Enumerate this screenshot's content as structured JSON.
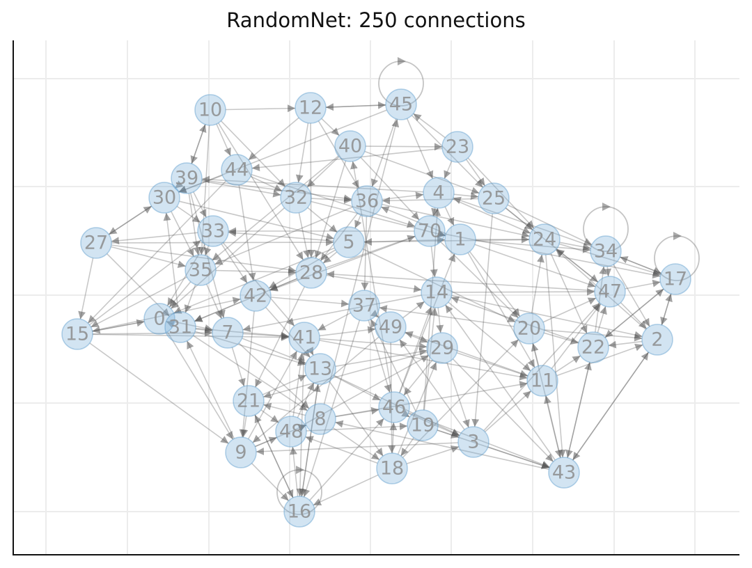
{
  "title": "RandomNet: 250 connections",
  "colors": {
    "node_fill": "#7fb2d9",
    "node_stroke": "#5a9ccc",
    "edge": "#555555",
    "label": "#8c8c8c",
    "grid": "#ececec",
    "axis": "#111111"
  },
  "chart_data": {
    "type": "network",
    "title": "RandomNet: 250 connections",
    "grid": true,
    "nodes": [
      "0",
      "1",
      "2",
      "3",
      "4",
      "5",
      "7",
      "8",
      "9",
      "10",
      "11",
      "12",
      "13",
      "14",
      "15",
      "16",
      "17",
      "18",
      "19",
      "20",
      "21",
      "22",
      "23",
      "24",
      "25",
      "27",
      "28",
      "29",
      "30",
      "31",
      "32",
      "33",
      "34",
      "35",
      "36",
      "37",
      "39",
      "40",
      "41",
      "42",
      "43",
      "44",
      "45",
      "46",
      "47",
      "48",
      "49",
      "70"
    ],
    "self_loops": [
      "45",
      "34",
      "17",
      "16"
    ],
    "edges": [
      [
        "10",
        "12"
      ],
      [
        "12",
        "45"
      ],
      [
        "45",
        "12"
      ],
      [
        "10",
        "39"
      ],
      [
        "39",
        "10"
      ],
      [
        "30",
        "27"
      ],
      [
        "27",
        "30"
      ],
      [
        "30",
        "39"
      ],
      [
        "39",
        "32"
      ],
      [
        "32",
        "36"
      ],
      [
        "36",
        "4"
      ],
      [
        "4",
        "25"
      ],
      [
        "25",
        "24"
      ],
      [
        "24",
        "34"
      ],
      [
        "34",
        "17"
      ],
      [
        "17",
        "34"
      ],
      [
        "17",
        "2"
      ],
      [
        "2",
        "22"
      ],
      [
        "22",
        "47"
      ],
      [
        "47",
        "17"
      ],
      [
        "27",
        "5"
      ],
      [
        "5",
        "1"
      ],
      [
        "1",
        "24"
      ],
      [
        "5",
        "33"
      ],
      [
        "33",
        "27"
      ],
      [
        "15",
        "33"
      ],
      [
        "15",
        "0"
      ],
      [
        "0",
        "31"
      ],
      [
        "31",
        "7"
      ],
      [
        "7",
        "41"
      ],
      [
        "41",
        "13"
      ],
      [
        "13",
        "46"
      ],
      [
        "46",
        "19"
      ],
      [
        "19",
        "3"
      ],
      [
        "3",
        "43"
      ],
      [
        "43",
        "11"
      ],
      [
        "11",
        "20"
      ],
      [
        "20",
        "47"
      ],
      [
        "18",
        "3"
      ],
      [
        "18",
        "46"
      ],
      [
        "9",
        "16"
      ],
      [
        "16",
        "48"
      ],
      [
        "48",
        "8"
      ],
      [
        "8",
        "21"
      ],
      [
        "21",
        "9"
      ],
      [
        "9",
        "31"
      ],
      [
        "15",
        "9"
      ],
      [
        "16",
        "13"
      ],
      [
        "40",
        "23"
      ],
      [
        "23",
        "45"
      ],
      [
        "40",
        "32"
      ],
      [
        "44",
        "30"
      ],
      [
        "44",
        "32"
      ],
      [
        "35",
        "28"
      ],
      [
        "28",
        "42"
      ],
      [
        "42",
        "37"
      ],
      [
        "37",
        "49"
      ],
      [
        "49",
        "29"
      ],
      [
        "29",
        "11"
      ],
      [
        "14",
        "29"
      ],
      [
        "70",
        "14"
      ],
      [
        "70",
        "1"
      ],
      [
        "4",
        "70"
      ],
      [
        "36",
        "28"
      ],
      [
        "28",
        "14"
      ],
      [
        "42",
        "31"
      ],
      [
        "31",
        "30"
      ],
      [
        "35",
        "15"
      ],
      [
        "33",
        "35"
      ],
      [
        "12",
        "40"
      ],
      [
        "45",
        "36"
      ],
      [
        "10",
        "28"
      ],
      [
        "12",
        "28"
      ],
      [
        "25",
        "3"
      ],
      [
        "24",
        "43"
      ],
      [
        "2",
        "43"
      ],
      [
        "22",
        "43"
      ],
      [
        "11",
        "22"
      ],
      [
        "20",
        "24"
      ],
      [
        "14",
        "47"
      ],
      [
        "1",
        "20"
      ],
      [
        "29",
        "3"
      ],
      [
        "46",
        "14"
      ],
      [
        "19",
        "4"
      ],
      [
        "8",
        "46"
      ],
      [
        "48",
        "19"
      ],
      [
        "13",
        "29"
      ],
      [
        "41",
        "49"
      ],
      [
        "7",
        "13"
      ],
      [
        "0",
        "15"
      ],
      [
        "31",
        "41"
      ],
      [
        "9",
        "48"
      ],
      [
        "16",
        "21"
      ],
      [
        "18",
        "48"
      ],
      [
        "43",
        "8"
      ],
      [
        "3",
        "9"
      ],
      [
        "39",
        "35"
      ],
      [
        "44",
        "42"
      ],
      [
        "32",
        "5"
      ],
      [
        "36",
        "37"
      ],
      [
        "5",
        "28"
      ],
      [
        "5",
        "42"
      ],
      [
        "37",
        "41"
      ],
      [
        "49",
        "14"
      ],
      [
        "23",
        "4"
      ],
      [
        "40",
        "70"
      ],
      [
        "12",
        "32"
      ],
      [
        "10",
        "32"
      ],
      [
        "30",
        "5"
      ],
      [
        "27",
        "28"
      ],
      [
        "33",
        "42"
      ],
      [
        "35",
        "7"
      ],
      [
        "0",
        "9"
      ],
      [
        "15",
        "41"
      ],
      [
        "21",
        "13"
      ],
      [
        "48",
        "29"
      ],
      [
        "8",
        "11"
      ],
      [
        "46",
        "1"
      ],
      [
        "19",
        "14"
      ],
      [
        "3",
        "47"
      ],
      [
        "18",
        "20"
      ],
      [
        "43",
        "2"
      ],
      [
        "11",
        "47"
      ],
      [
        "22",
        "17"
      ],
      [
        "20",
        "2"
      ],
      [
        "24",
        "22"
      ],
      [
        "1",
        "34"
      ],
      [
        "4",
        "24"
      ],
      [
        "25",
        "47"
      ],
      [
        "23",
        "25"
      ],
      [
        "45",
        "4"
      ],
      [
        "40",
        "25"
      ],
      [
        "36",
        "24"
      ],
      [
        "32",
        "1"
      ],
      [
        "44",
        "70"
      ],
      [
        "39",
        "36"
      ],
      [
        "30",
        "33"
      ],
      [
        "27",
        "15"
      ],
      [
        "33",
        "0"
      ],
      [
        "35",
        "0"
      ],
      [
        "28",
        "31"
      ],
      [
        "42",
        "13"
      ],
      [
        "37",
        "46"
      ],
      [
        "49",
        "18"
      ],
      [
        "29",
        "46"
      ],
      [
        "14",
        "11"
      ],
      [
        "70",
        "20"
      ],
      [
        "5",
        "20"
      ],
      [
        "28",
        "70"
      ],
      [
        "41",
        "29"
      ],
      [
        "7",
        "21"
      ],
      [
        "31",
        "8"
      ],
      [
        "9",
        "41"
      ],
      [
        "16",
        "46"
      ],
      [
        "48",
        "13"
      ],
      [
        "8",
        "18"
      ],
      [
        "21",
        "48"
      ],
      [
        "13",
        "18"
      ],
      [
        "46",
        "3"
      ],
      [
        "19",
        "43"
      ],
      [
        "3",
        "11"
      ],
      [
        "43",
        "22"
      ],
      [
        "11",
        "2"
      ],
      [
        "20",
        "22"
      ],
      [
        "47",
        "24"
      ],
      [
        "34",
        "47"
      ],
      [
        "2",
        "17"
      ],
      [
        "22",
        "34"
      ],
      [
        "1",
        "47"
      ],
      [
        "24",
        "17"
      ],
      [
        "25",
        "34"
      ],
      [
        "4",
        "1"
      ],
      [
        "36",
        "5"
      ],
      [
        "32",
        "28"
      ],
      [
        "40",
        "28"
      ],
      [
        "12",
        "44"
      ],
      [
        "10",
        "44"
      ],
      [
        "39",
        "33"
      ],
      [
        "30",
        "35"
      ],
      [
        "27",
        "35"
      ],
      [
        "15",
        "42"
      ],
      [
        "0",
        "7"
      ],
      [
        "31",
        "13"
      ],
      [
        "7",
        "8"
      ],
      [
        "41",
        "16"
      ],
      [
        "13",
        "16"
      ],
      [
        "21",
        "16"
      ],
      [
        "9",
        "8"
      ],
      [
        "48",
        "41"
      ],
      [
        "8",
        "45"
      ],
      [
        "46",
        "40"
      ],
      [
        "19",
        "37"
      ],
      [
        "3",
        "49"
      ],
      [
        "18",
        "29"
      ],
      [
        "43",
        "14"
      ],
      [
        "11",
        "49"
      ],
      [
        "20",
        "37"
      ],
      [
        "47",
        "28"
      ],
      [
        "17",
        "22"
      ],
      [
        "2",
        "24"
      ],
      [
        "22",
        "14"
      ],
      [
        "34",
        "4"
      ],
      [
        "24",
        "5"
      ],
      [
        "1",
        "36"
      ],
      [
        "25",
        "36"
      ],
      [
        "70",
        "33"
      ],
      [
        "4",
        "39"
      ],
      [
        "23",
        "44"
      ],
      [
        "45",
        "30"
      ],
      [
        "40",
        "35"
      ],
      [
        "36",
        "35"
      ],
      [
        "32",
        "0"
      ],
      [
        "44",
        "15"
      ],
      [
        "39",
        "7"
      ],
      [
        "33",
        "41"
      ],
      [
        "35",
        "31"
      ],
      [
        "28",
        "21"
      ],
      [
        "42",
        "9"
      ],
      [
        "37",
        "16"
      ],
      [
        "49",
        "9"
      ],
      [
        "29",
        "21"
      ],
      [
        "14",
        "7"
      ],
      [
        "70",
        "42"
      ],
      [
        "5",
        "0"
      ],
      [
        "41",
        "11"
      ],
      [
        "13",
        "3"
      ],
      [
        "46",
        "43"
      ],
      [
        "19",
        "18"
      ],
      [
        "18",
        "16"
      ],
      [
        "29",
        "43"
      ],
      [
        "14",
        "2"
      ],
      [
        "70",
        "17"
      ],
      [
        "1",
        "11"
      ],
      [
        "20",
        "43"
      ],
      [
        "47",
        "2"
      ],
      [
        "34",
        "2"
      ],
      [
        "23",
        "24"
      ],
      [
        "45",
        "25"
      ],
      [
        "12",
        "36"
      ],
      [
        "10",
        "35"
      ],
      [
        "27",
        "31"
      ],
      [
        "15",
        "7"
      ]
    ]
  }
}
